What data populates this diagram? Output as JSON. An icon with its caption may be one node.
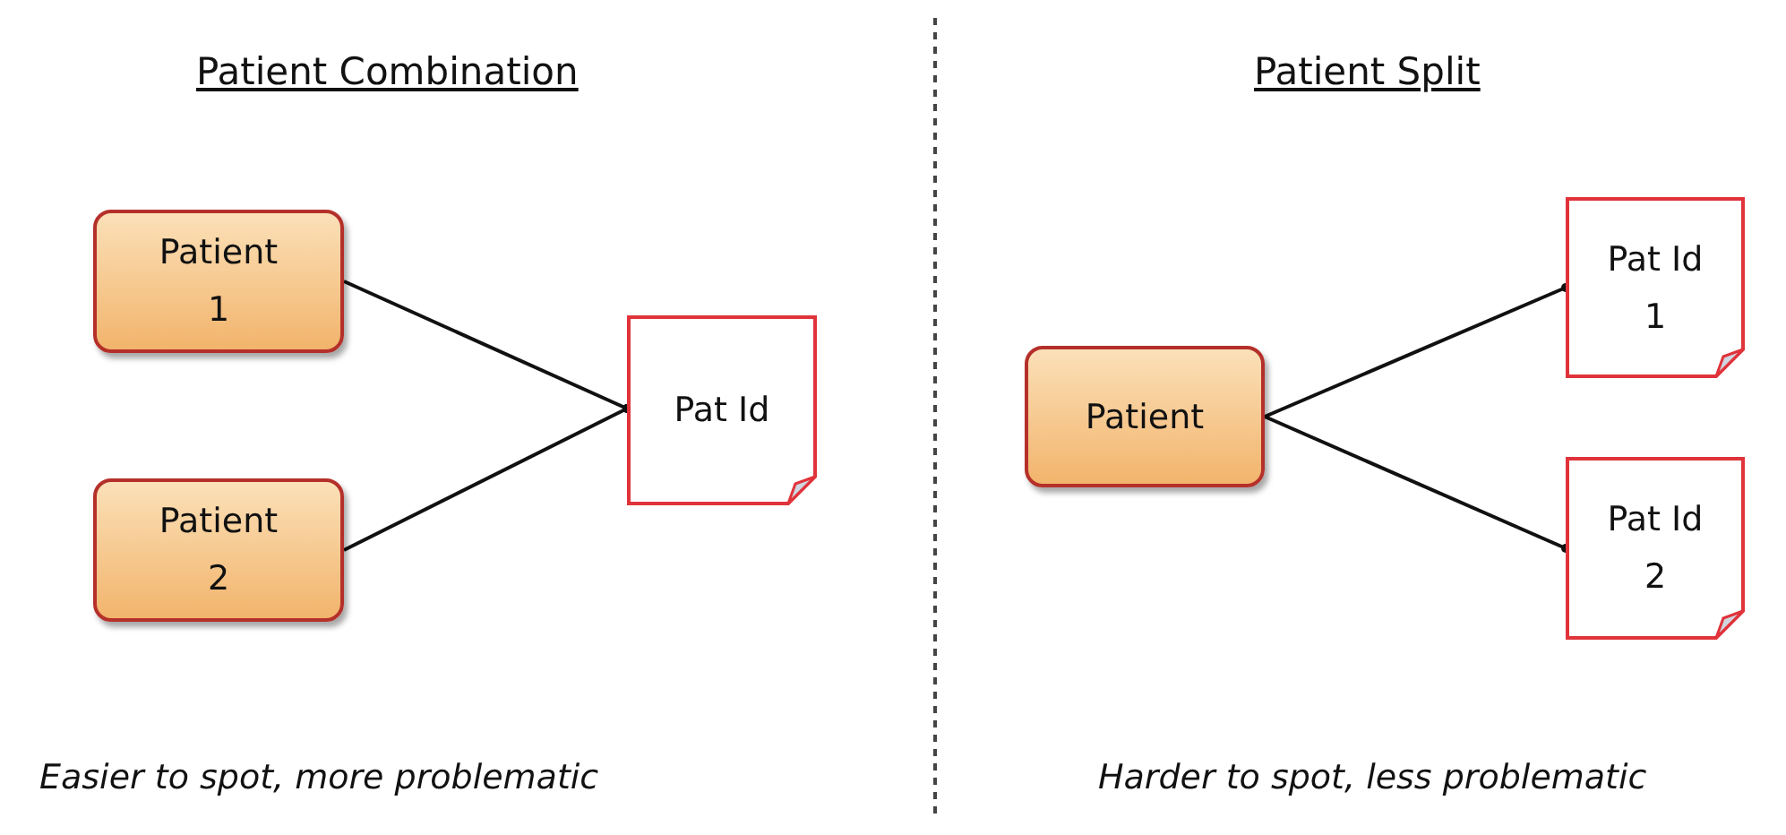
{
  "diagram": {
    "nodes": [
      {
        "text": [
          "Patient 1"
        ]
      },
      {
        "text": [
          "Patient 2"
        ]
      },
      {
        "text": [
          "Pat Id"
        ]
      },
      {
        "text": [
          "Patient"
        ]
      },
      {
        "text": [
          "Pat Id 1"
        ]
      },
      {
        "text": [
          "Pat Id 2"
        ]
      }
    ],
    "edges": [
      {
        "from": 0,
        "to": 2,
        "arrow": "other"
      },
      {
        "from": 1,
        "to": 2,
        "arrow": "other"
      },
      {
        "from": 3,
        "to": 4,
        "arrow": "other"
      },
      {
        "from": 3,
        "to": 5,
        "arrow": "other"
      }
    ],
    "labels": [
      "Patient Combination",
      "Patient Split",
      "Easier to spot, more problematic",
      "Harder to spot, less problematic"
    ]
  }
}
